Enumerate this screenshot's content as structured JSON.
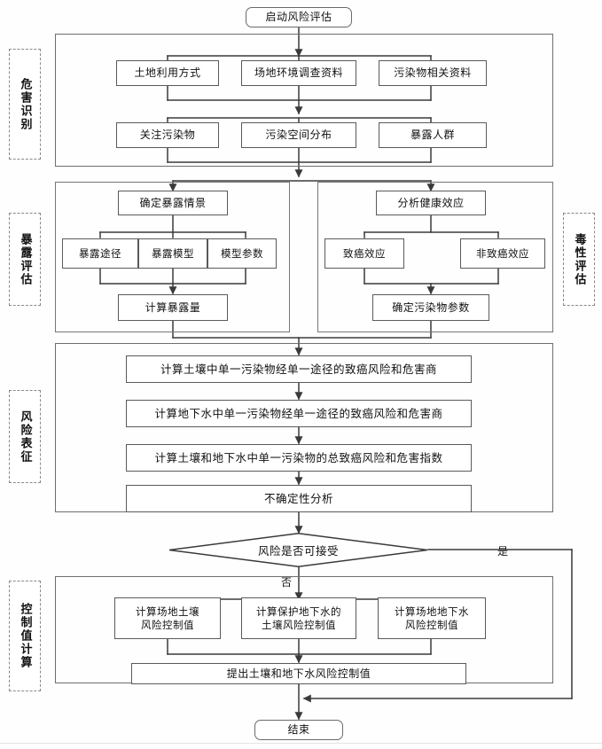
{
  "diagram": {
    "title_start": "启动风险评估",
    "title_end": "结束",
    "decision": "风险是否可接受",
    "branch_yes": "是",
    "branch_no": "否"
  },
  "phases": [
    {
      "id": "hazard",
      "label": "危害识别",
      "side": "left"
    },
    {
      "id": "exposure",
      "label": "暴露评估",
      "side": "left"
    },
    {
      "id": "toxicity",
      "label": "毒性评估",
      "side": "right"
    },
    {
      "id": "risk",
      "label": "风险表征",
      "side": "left"
    },
    {
      "id": "control",
      "label": "控制值计算",
      "side": "left"
    }
  ],
  "hazard": {
    "row1": [
      "土地利用方式",
      "场地环境调查资料",
      "污染物相关资料"
    ],
    "row2": [
      "关注污染物",
      "污染空间分布",
      "暴露人群"
    ]
  },
  "exposure": {
    "head": "确定暴露情景",
    "middle": [
      "暴露途径",
      "暴露模型",
      "模型参数"
    ],
    "tail": "计算暴露量"
  },
  "toxicity": {
    "head": "分析健康效应",
    "middle": [
      "致癌效应",
      "非致癌效应"
    ],
    "tail": "确定污染物参数"
  },
  "risk": {
    "steps": [
      "计算土壤中单一污染物经单一途径的致癌风险和危害商",
      "计算地下水中单一污染物经单一途径的致癌风险和危害商",
      "计算土壤和地下水中单一污染物的总致癌风险和危害指数",
      "不确定性分析"
    ]
  },
  "control": {
    "row": [
      "计算场地土壤\n风险控制值",
      "计算保护地下水的\n土壤风险控制值",
      "计算场地地下水\n风险控制值"
    ],
    "tail": "提出土壤和地下水风险控制值"
  },
  "colors": {
    "box_border": "#5a5a5a",
    "group_border": "#6e6e6e",
    "phase_border": "#888888",
    "line": "#3a3a3a",
    "background": "#fefefe"
  }
}
